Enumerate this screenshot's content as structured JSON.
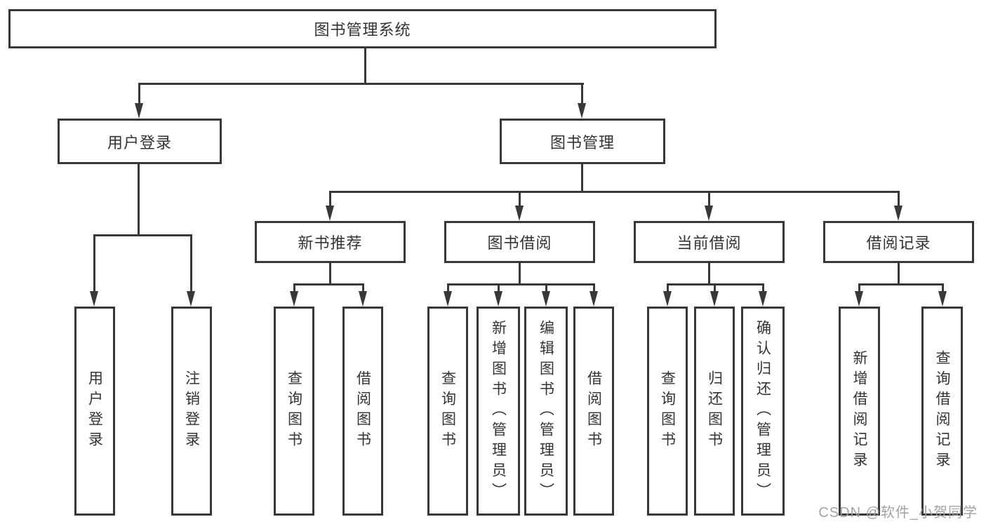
{
  "colors": {
    "background": "#ffffff",
    "line": "#383838",
    "box_border": "#383838",
    "text": "#333333",
    "watermark": "#9e9e9e"
  },
  "tree": {
    "label": "图书管理系统",
    "children": [
      {
        "label": "用户登录",
        "children": [
          {
            "label": "用户登录"
          },
          {
            "label": "注销登录"
          }
        ]
      },
      {
        "label": "图书管理",
        "children": [
          {
            "label": "新书推荐",
            "children": [
              {
                "label": "查询图书"
              },
              {
                "label": "借阅图书"
              }
            ]
          },
          {
            "label": "图书借阅",
            "children": [
              {
                "label": "查询图书"
              },
              {
                "label": "新增图书（管理员）"
              },
              {
                "label": "编辑图书（管理员）"
              },
              {
                "label": "借阅图书"
              }
            ]
          },
          {
            "label": "当前借阅",
            "children": [
              {
                "label": "查询图书"
              },
              {
                "label": "归还图书"
              },
              {
                "label": "确认归还（管理员）"
              }
            ]
          },
          {
            "label": "借阅记录",
            "children": [
              {
                "label": "新增借阅记录"
              },
              {
                "label": "查询借阅记录"
              }
            ]
          }
        ]
      }
    ]
  },
  "watermark": "CSDN @软件_小贺同学"
}
